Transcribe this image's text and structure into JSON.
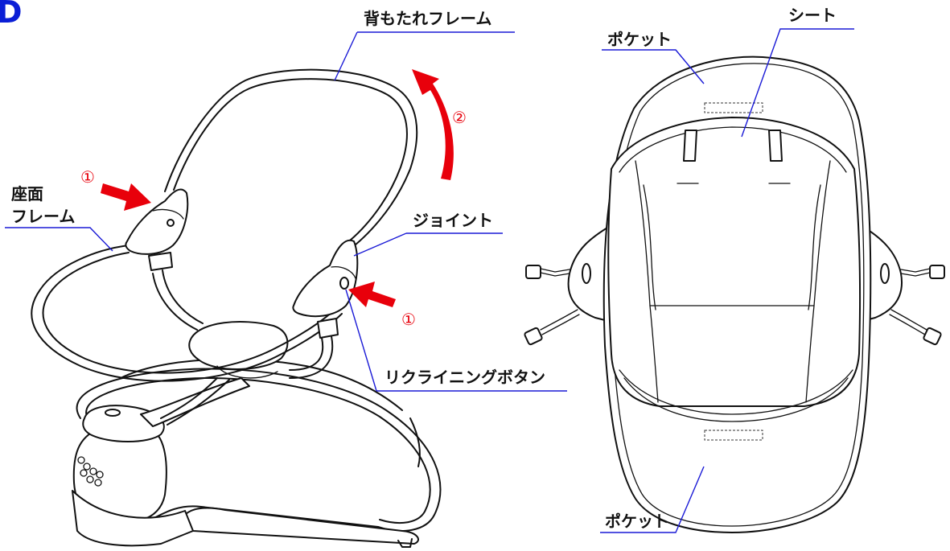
{
  "figure": {
    "marker": "D",
    "labels": {
      "backrest_frame": "背もたれフレーム",
      "seat_frame_line1": "座面",
      "seat_frame_line2": "フレーム",
      "joint": "ジョイント",
      "recline_button": "リクライニングボタン",
      "pocket_top": "ポケット",
      "seat": "シート",
      "pocket_bottom": "ポケット"
    },
    "step_numbers": {
      "step1_left": "①",
      "step1_right": "①",
      "step2": "②"
    },
    "colors": {
      "marker": "#0b1fd6",
      "leader_lines": "#1a1ad6",
      "arrows": "#e8000b",
      "outline": "#111111"
    }
  }
}
